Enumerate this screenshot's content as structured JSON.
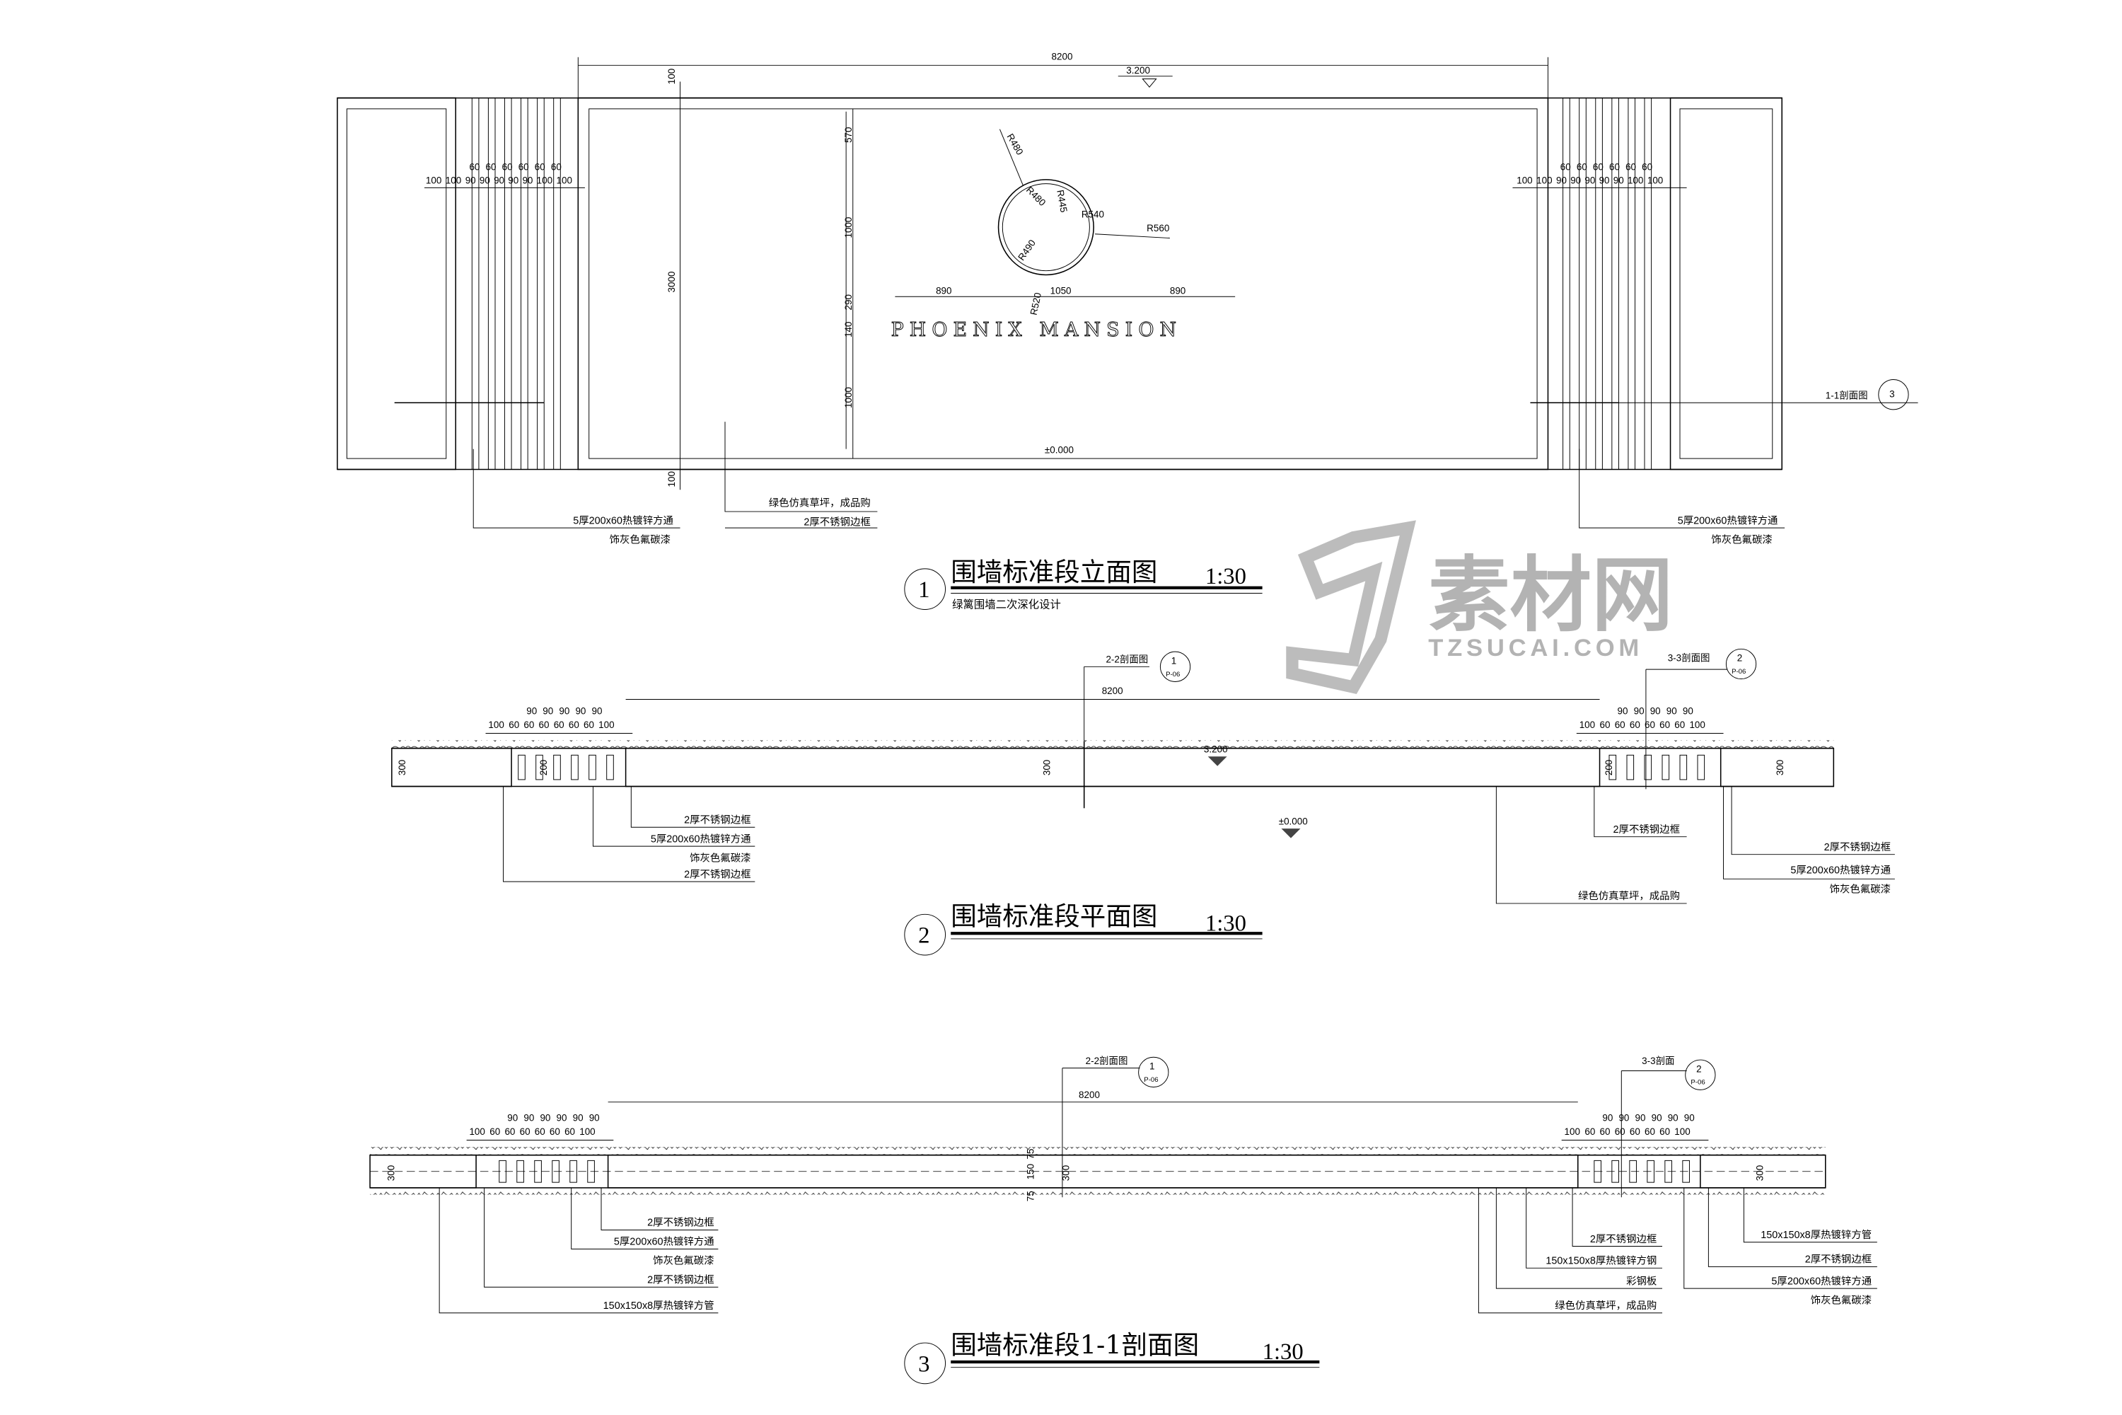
{
  "elevation": {
    "overall_dim": "8200",
    "top_level": "3.200",
    "bottom_level": "±0.000",
    "left_vdims": [
      "100",
      "3000",
      "100"
    ],
    "center_vdims": [
      "570",
      "1000",
      "290",
      "140",
      "1000"
    ],
    "slat_dims_top": [
      "60",
      "60",
      "60",
      "60",
      "60",
      "60"
    ],
    "slat_dims_bottom_left": [
      "100",
      "100",
      "90",
      "90",
      "90",
      "90",
      "90",
      "100",
      "100"
    ],
    "slat_dims_bottom_right": [
      "100",
      "100",
      "90",
      "90",
      "90",
      "90",
      "90",
      "100",
      "100"
    ],
    "radii": [
      "R480",
      "R480",
      "R445",
      "R540",
      "R560",
      "R490",
      "R520"
    ],
    "text_dims": [
      "890",
      "1050",
      "890"
    ],
    "sign_text": "PHOENIX MANSION",
    "section_ref": "1-1剖面图",
    "section_ref_num": "3",
    "leaders_left": [
      "5厚200x60热镀锌方通",
      "饰灰色氟碳漆"
    ],
    "leaders_mid": [
      "绿色仿真草坪，成品购",
      "2厚不锈钢边框"
    ],
    "leaders_right": [
      "5厚200x60热镀锌方通",
      "饰灰色氟碳漆"
    ],
    "title": "围墙标准段立面图",
    "number": "1",
    "scale": "1:30",
    "subtitle": "绿篱围墙二次深化设计"
  },
  "plan": {
    "overall_dim": "8200",
    "top_level": "3.200",
    "bottom_level": "±0.000",
    "ref_a": {
      "label": "2-2剖面图",
      "num": "1",
      "sheet": "P-06"
    },
    "ref_b": {
      "label": "3-3剖面图",
      "num": "2",
      "sheet": "P-06"
    },
    "slat_top": [
      "90",
      "90",
      "90",
      "90",
      "90"
    ],
    "slat_bottom": [
      "100",
      "60",
      "60",
      "60",
      "60",
      "60",
      "60",
      "100"
    ],
    "wall_dims": [
      "300",
      "200",
      "300",
      "200",
      "300"
    ],
    "leaders_left": [
      "2厚不锈钢边框",
      "5厚200x60热镀锌方通",
      "饰灰色氟碳漆",
      "2厚不锈钢边框"
    ],
    "leaders_mid_right": [
      "2厚不锈钢边框",
      "绿色仿真草坪，成品购"
    ],
    "leaders_right": [
      "2厚不锈钢边框",
      "5厚200x60热镀锌方通",
      "饰灰色氟碳漆"
    ],
    "title": "围墙标准段平面图",
    "number": "2",
    "scale": "1:30"
  },
  "section": {
    "overall_dim": "8200",
    "ref_a": {
      "label": "2-2剖面图",
      "num": "1",
      "sheet": "P-06"
    },
    "ref_b": {
      "label": "3-3剖面",
      "num": "2",
      "sheet": "P-06"
    },
    "slat_top": [
      "90",
      "90",
      "90",
      "90",
      "90",
      "90"
    ],
    "slat_bottom": [
      "100",
      "60",
      "60",
      "60",
      "60",
      "60",
      "60",
      "100"
    ],
    "wall_dims": [
      "300",
      "75",
      "150",
      "75",
      "300",
      "300"
    ],
    "leaders_left": [
      "2厚不锈钢边框",
      "5厚200x60热镀锌方通",
      "饰灰色氟碳漆",
      "2厚不锈钢边框",
      "150x150x8厚热镀锌方管"
    ],
    "leaders_mid_right": [
      "2厚不锈钢边框",
      "150x150x8厚热镀锌方钢",
      "彩钢板",
      "绿色仿真草坪，成品购"
    ],
    "leaders_right": [
      "150x150x8厚热镀锌方管",
      "2厚不锈钢边框",
      "5厚200x60热镀锌方通",
      "饰灰色氟碳漆"
    ],
    "title": "围墙标准段1-1剖面图",
    "number": "3",
    "scale": "1:30"
  },
  "watermark": {
    "text": "素材网",
    "url": "TZSUCAI.COM"
  }
}
